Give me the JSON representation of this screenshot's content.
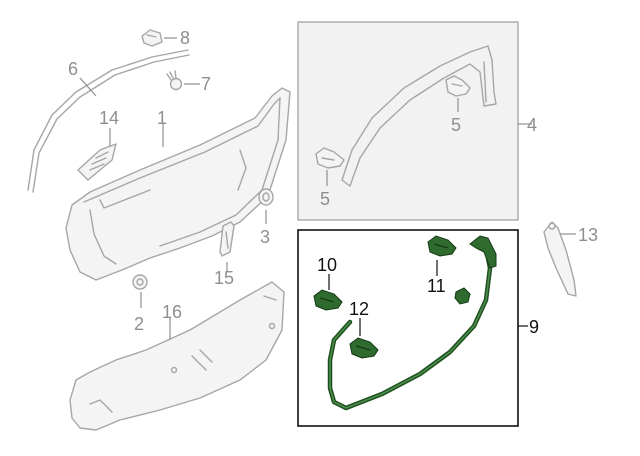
{
  "diagram": {
    "callouts": [
      {
        "id": "1",
        "label": "1"
      },
      {
        "id": "2",
        "label": "2"
      },
      {
        "id": "3",
        "label": "3"
      },
      {
        "id": "4",
        "label": "4"
      },
      {
        "id": "5a",
        "label": "5"
      },
      {
        "id": "5b",
        "label": "5"
      },
      {
        "id": "6",
        "label": "6"
      },
      {
        "id": "7",
        "label": "7"
      },
      {
        "id": "8",
        "label": "8"
      },
      {
        "id": "9",
        "label": "9"
      },
      {
        "id": "10",
        "label": "10"
      },
      {
        "id": "11",
        "label": "11"
      },
      {
        "id": "12",
        "label": "12"
      },
      {
        "id": "13",
        "label": "13"
      },
      {
        "id": "14",
        "label": "14"
      },
      {
        "id": "15",
        "label": "15"
      },
      {
        "id": "16",
        "label": "16"
      }
    ],
    "colors": {
      "part_outline": "#a6a6a6",
      "callout_gray": "#8f8f8f",
      "highlight_green": "#2f6a2f",
      "highlight_box": "#111111"
    }
  }
}
